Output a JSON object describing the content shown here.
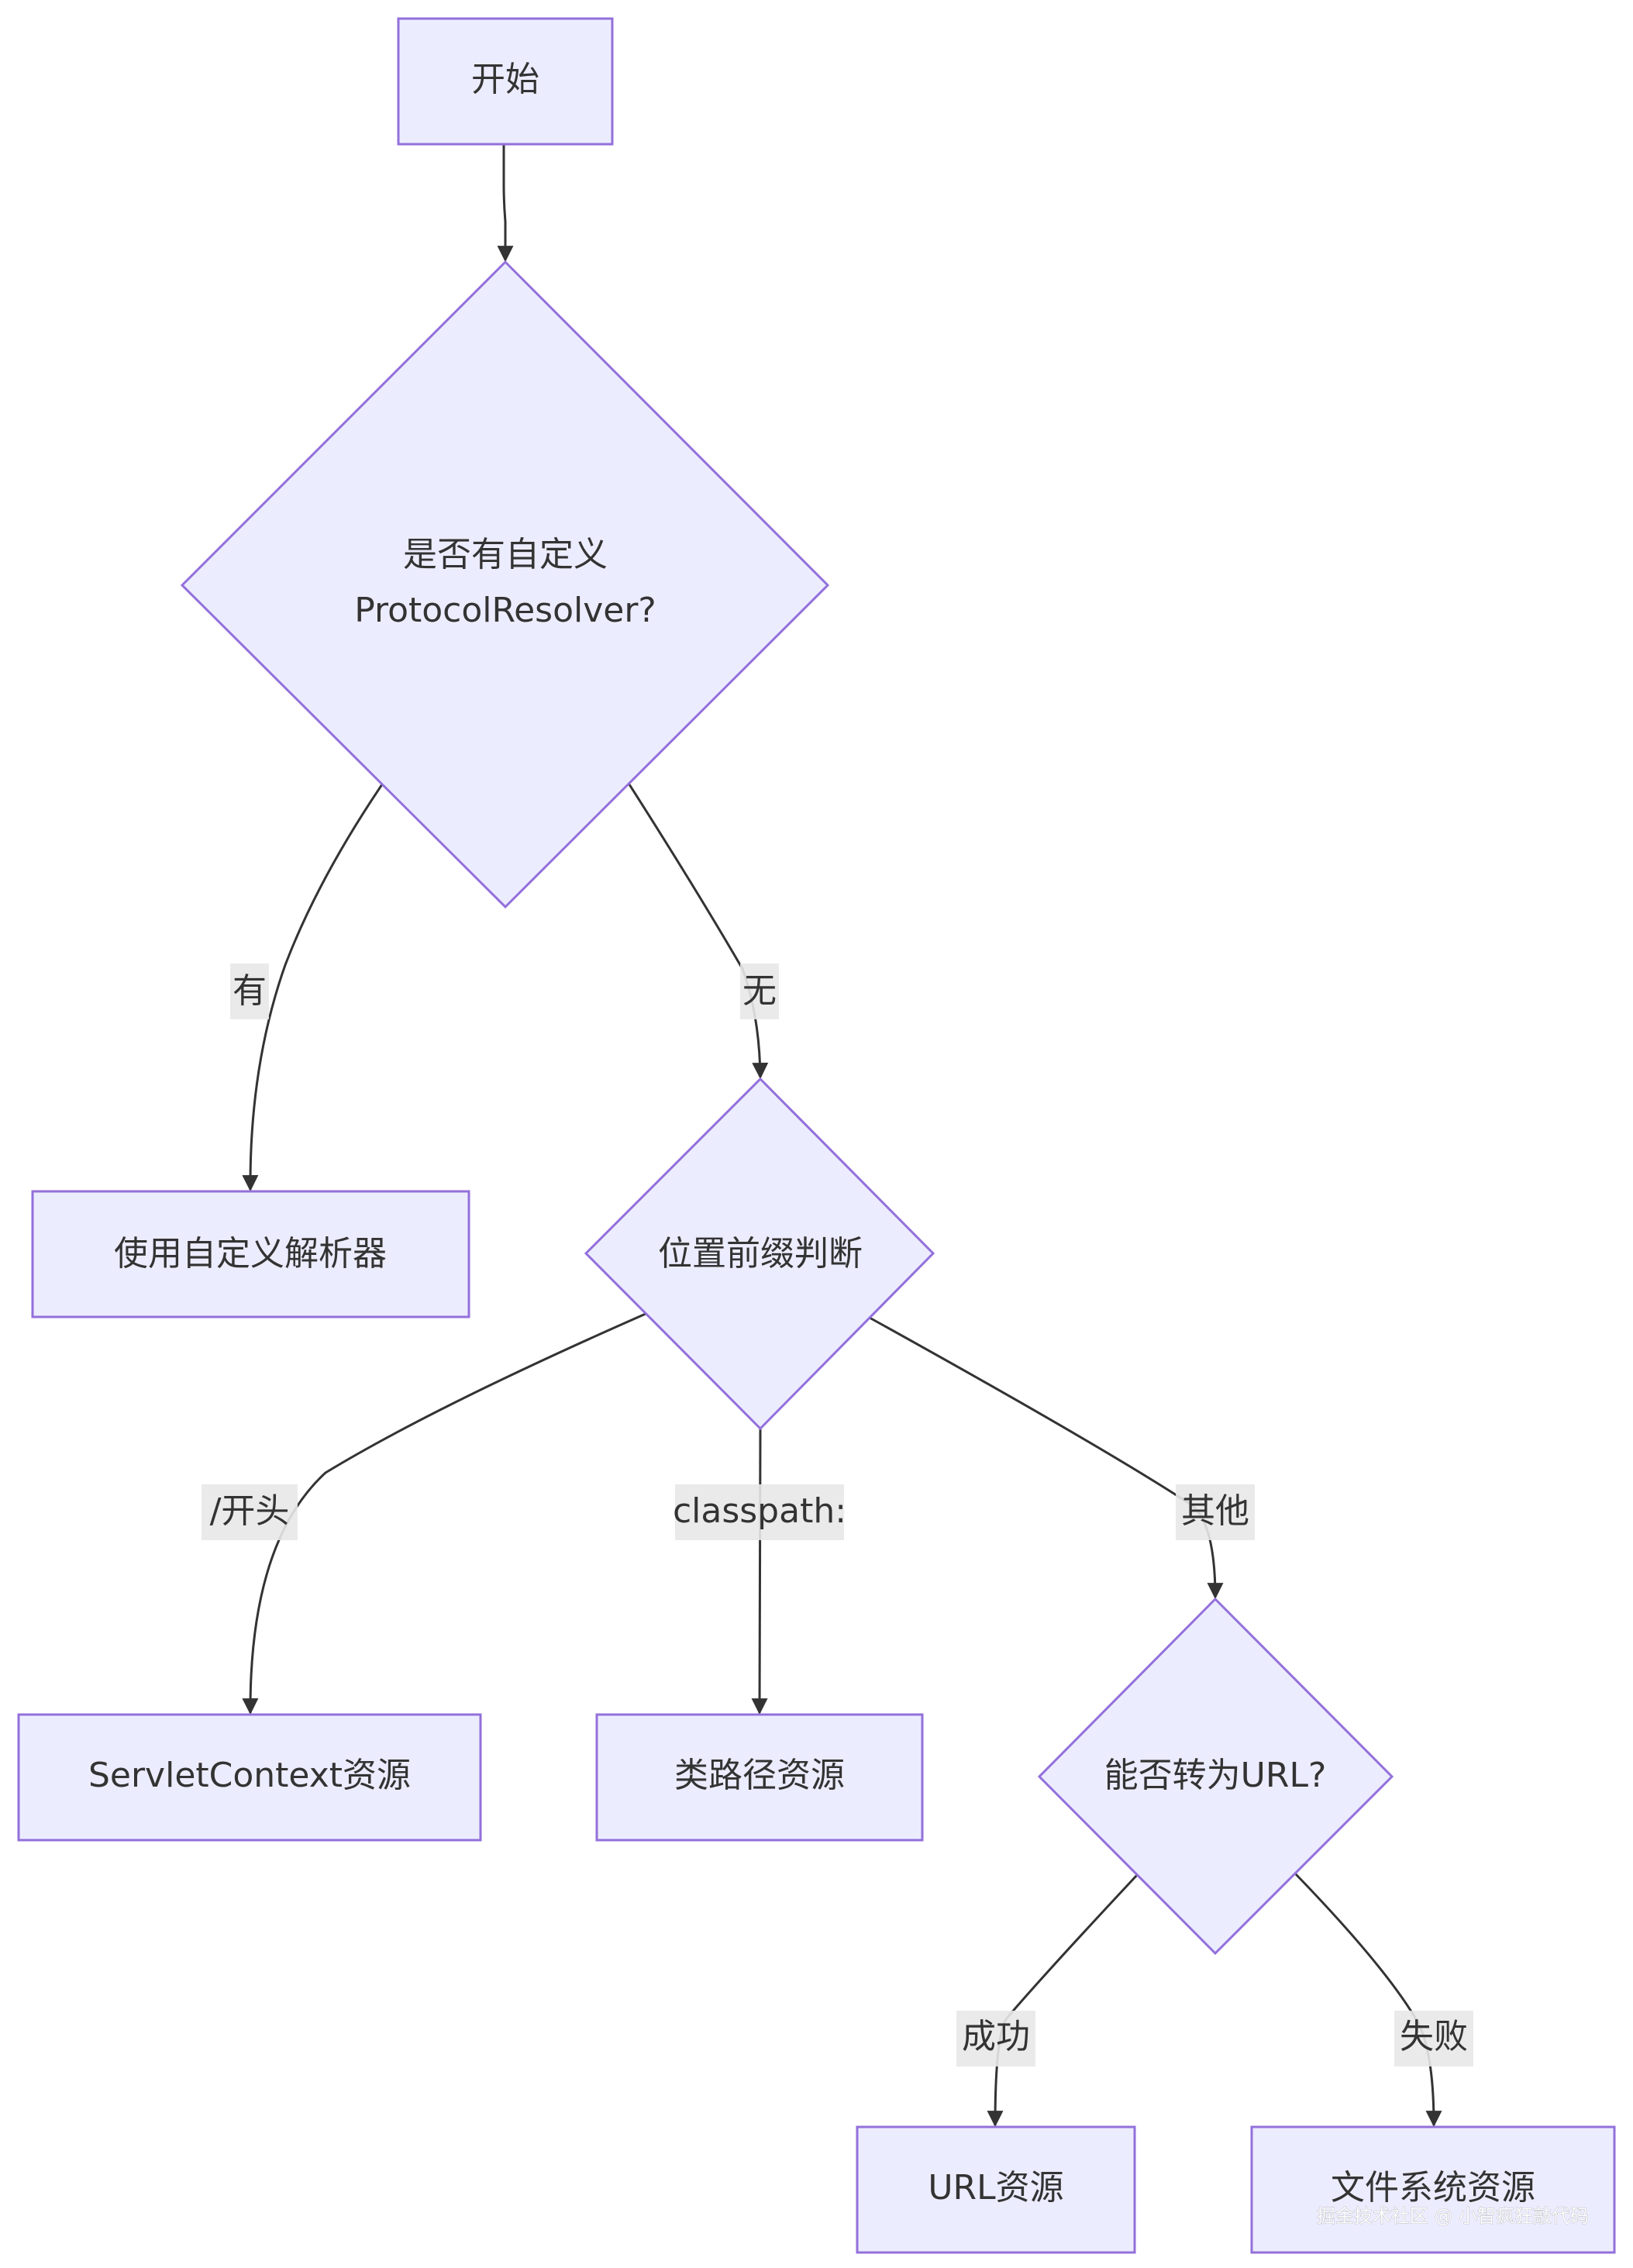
{
  "nodes": {
    "start": "开始",
    "custom_resolver_q_line1": "是否有自定义",
    "custom_resolver_q_line2": "ProtocolResolver?",
    "use_custom_parser": "使用自定义解析器",
    "location_prefix": "位置前缀判断",
    "servlet_context_resource": "ServletContext资源",
    "classpath_resource": "类路径资源",
    "to_url_q": "能否转为URL?",
    "url_resource": "URL资源",
    "file_system_resource": "文件系统资源"
  },
  "edges": {
    "has": "有",
    "none": "无",
    "slash_prefix": "/开头",
    "classpath": "classpath:",
    "other": "其他",
    "success": "成功",
    "fail": "失败"
  },
  "watermark": "掘金技术社区 @ 小智疯狂敲代码",
  "colors": {
    "node_fill": "#ECECFF",
    "node_stroke": "#9370DB",
    "edge": "#333333",
    "label_bg": "#e8e8e8"
  }
}
